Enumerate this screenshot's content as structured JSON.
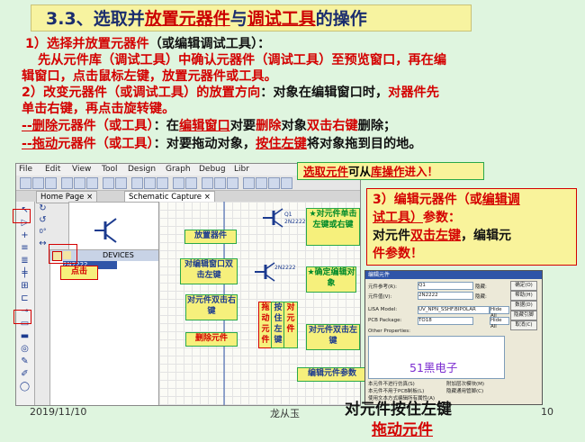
{
  "slide": {
    "title_num": "3.3",
    "title_sep": "、",
    "title_a": "选取并",
    "title_b": "放置元器件",
    "title_c": "与",
    "title_d": "调试工具",
    "title_e": "的操作",
    "l1a": "1）选择并放置元器件",
    "l1b": "（或编辑调试工具）：",
    "l2a": "先从元件库（调试工具）中确认元器件",
    "l2b": "（调试工具）至预览窗口，再在编",
    "l3a": "辑窗口，点击鼠标左键，",
    "l3b": "放置元器件或工具。",
    "l4a": "2）改变元器件（或调试工具）的放置方向",
    "l4b": "：对象在编辑窗口时，",
    "l4c": "对器件先",
    "l5a": "单击右键，再点击旋转键。",
    "l6a": "--删除",
    "l6b": "元器件（或工具）",
    "l6c": "：在",
    "l6d": "编辑窗口",
    "l6e": "对要",
    "l6f": "删除",
    "l6g": "对象",
    "l6h": "双击右键",
    "l6i": "删除；",
    "l7a": "--拖动",
    "l7b": "元器件（或工具）",
    "l7c": "：对要拖动对象，",
    "l7d": "按住左键",
    "l7e": "将对象拖到目的地。"
  },
  "app": {
    "menus": [
      "File",
      "Edit",
      "View",
      "Tool",
      "Design",
      "Graph",
      "Debug",
      "Libr"
    ],
    "tab_home": "Home Page",
    "tab_schematic": "Schematic Capture",
    "tab_close": "×",
    "devices_header": "DEVICES",
    "device_selected": "2N2222",
    "part_q1": "Q1",
    "part_q1_model": "2N2222",
    "part_q2_model": "2N2222"
  },
  "notes": {
    "top_a": "选取元件",
    "top_b": "可从",
    "top_c": "库操作",
    "top_d": "进入！",
    "panel3_a": "3）编辑元器件（或",
    "panel3_b": "编辑调",
    "panel3_c": "试工具）",
    "panel3_d": "参数：",
    "panel3_e": "对元件",
    "panel3_f": "双击左键",
    "panel3_g": "，编辑元",
    "panel3_h": "件参数！",
    "place": "放置器件",
    "click": "点击",
    "dbl_edit": "对编辑窗口双击左键",
    "right_dbl": "对元件双击右键",
    "delete": "删除元件",
    "drag": "拖动元件",
    "hold_left": "按住左键",
    "obj": "对元件",
    "single_right": "★对元件单击左键或右键",
    "confirm": "★确定编辑对象",
    "dbl_left": "对元件双击左键",
    "edit_params": "编辑元件参数"
  },
  "dialog": {
    "title": "编辑元件",
    "ref_label": "元件参考(R):",
    "ref_value": "Q1",
    "val_label": "元件值(V):",
    "val_value": "2N2222",
    "hidden": "隐藏:",
    "ok": "确定(O)",
    "help": "帮助(H)",
    "data": "数据(D)",
    "hidden_pins": "隐藏引脚(P)",
    "cancel": "取消(C)",
    "lisa_label": "LISA Model:",
    "lisa_value": "UV_NPN_SSHF.BIPOLAR",
    "pcb_label": "PCB Package:",
    "pcb_value": "TO18",
    "hide_all": "Hide All",
    "other_label": "Other Properties:",
    "cb1": "本元件不进行仿真(S)",
    "cb2": "本元件不用于PCB制板(L)",
    "cb3": "使用文本方式编辑所有属性(A)",
    "cb4": "附加层次模块(M)",
    "cb5": "隐藏通用管脚(C)"
  },
  "footer": {
    "date": "2019/11/10",
    "author": "龙从玉",
    "page": "10",
    "caption1": "对元件按住左键",
    "caption2": "拖动元件",
    "watermark": "51黑电子"
  },
  "colors": {
    "background": "#dff5df",
    "accent_red": "#d40000",
    "accent_green": "#009a2e",
    "note_yellow": "#f6f07c",
    "title_bg": "#f7f3a0"
  }
}
